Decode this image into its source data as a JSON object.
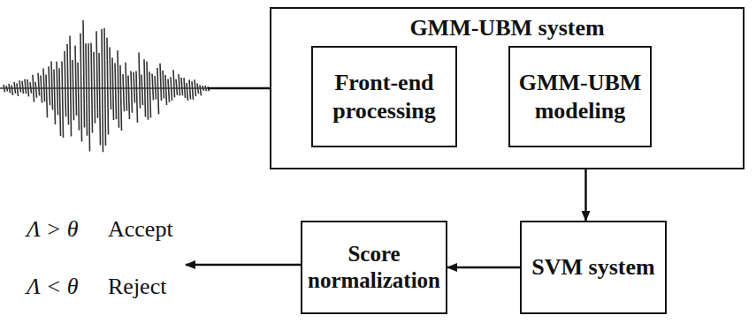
{
  "diagram": {
    "nodes": [
      {
        "text": [
          "GMM-UBM system"
        ]
      },
      {
        "text": [
          "Front-end processing"
        ],
        "in": 0
      },
      {
        "text": [
          "GMM-UBM modeling"
        ],
        "in": 0
      },
      {
        "text": [
          "SVM system"
        ]
      },
      {
        "text": [
          "Score normalization"
        ]
      }
    ],
    "edges": [
      {
        "from": 1,
        "to": 2,
        "arrow": "to"
      },
      {
        "from": 2,
        "to": 3,
        "arrow": "to"
      },
      {
        "from": 3,
        "to": 4,
        "arrow": "to"
      }
    ],
    "labels": [
      "Λ > θ",
      "Accept",
      "Λ < θ",
      "Reject"
    ]
  }
}
